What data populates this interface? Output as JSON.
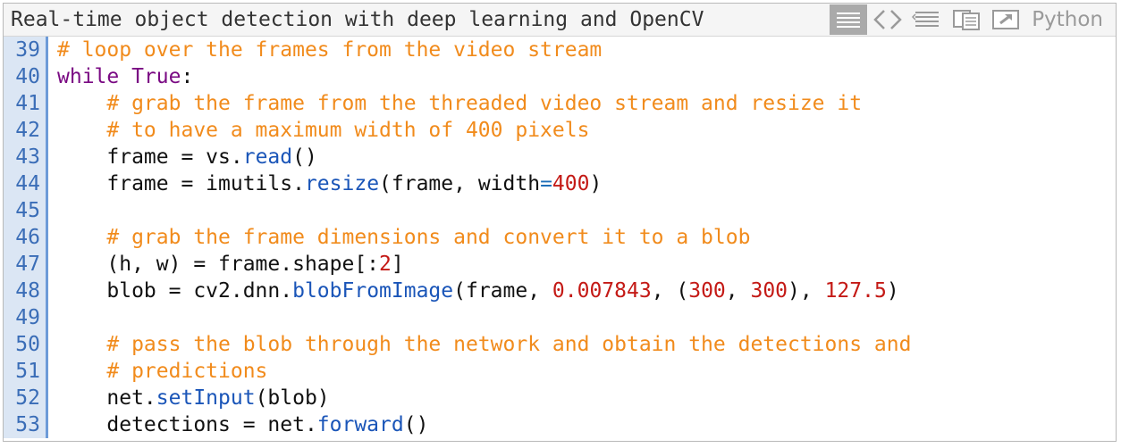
{
  "window": {
    "title": "Real-time object detection with deep learning and OpenCV",
    "language": "Python"
  },
  "toolbar": {
    "icons": [
      "view-source-icon",
      "code-brackets-icon",
      "wrap-lines-icon",
      "copy-icon",
      "open-window-icon"
    ],
    "active": "view-source-icon"
  },
  "colors": {
    "comment": "#f18b1c",
    "keyword": "#7a0a83",
    "function": "#1a55b8",
    "number": "#c41a16",
    "gutter_bg": "#dbe6f4",
    "gutter_text": "#3a6db7"
  },
  "code": {
    "lines": [
      {
        "num": "39",
        "tokens": [
          {
            "t": "# loop over the frames from the video stream",
            "c": "c"
          }
        ]
      },
      {
        "num": "40",
        "tokens": [
          {
            "t": "while",
            "c": "k"
          },
          {
            "t": " "
          },
          {
            "t": "True",
            "c": "k"
          },
          {
            "t": ":"
          }
        ]
      },
      {
        "num": "41",
        "tokens": [
          {
            "t": "    "
          },
          {
            "t": "# grab the frame from the threaded video stream and resize it",
            "c": "c"
          }
        ]
      },
      {
        "num": "42",
        "tokens": [
          {
            "t": "    "
          },
          {
            "t": "# to have a maximum width of 400 pixels",
            "c": "c"
          }
        ]
      },
      {
        "num": "43",
        "tokens": [
          {
            "t": "    frame = vs."
          },
          {
            "t": "read",
            "c": "f"
          },
          {
            "t": "()"
          }
        ]
      },
      {
        "num": "44",
        "tokens": [
          {
            "t": "    frame = imutils."
          },
          {
            "t": "resize",
            "c": "f"
          },
          {
            "t": "(frame, width"
          },
          {
            "t": "=",
            "c": "o"
          },
          {
            "t": "400",
            "c": "n"
          },
          {
            "t": ")"
          }
        ]
      },
      {
        "num": "45",
        "tokens": []
      },
      {
        "num": "46",
        "tokens": [
          {
            "t": "    "
          },
          {
            "t": "# grab the frame dimensions and convert it to a blob",
            "c": "c"
          }
        ]
      },
      {
        "num": "47",
        "tokens": [
          {
            "t": "    (h, w) = frame.shape[:"
          },
          {
            "t": "2",
            "c": "n"
          },
          {
            "t": "]"
          }
        ]
      },
      {
        "num": "48",
        "tokens": [
          {
            "t": "    blob = cv2.dnn."
          },
          {
            "t": "blobFromImage",
            "c": "f"
          },
          {
            "t": "(frame, "
          },
          {
            "t": "0.007843",
            "c": "n"
          },
          {
            "t": ", ("
          },
          {
            "t": "300",
            "c": "n"
          },
          {
            "t": ", "
          },
          {
            "t": "300",
            "c": "n"
          },
          {
            "t": "), "
          },
          {
            "t": "127.5",
            "c": "n"
          },
          {
            "t": ")"
          }
        ]
      },
      {
        "num": "49",
        "tokens": []
      },
      {
        "num": "50",
        "tokens": [
          {
            "t": "    "
          },
          {
            "t": "# pass the blob through the network and obtain the detections and",
            "c": "c"
          }
        ]
      },
      {
        "num": "51",
        "tokens": [
          {
            "t": "    "
          },
          {
            "t": "# predictions",
            "c": "c"
          }
        ]
      },
      {
        "num": "52",
        "tokens": [
          {
            "t": "    net."
          },
          {
            "t": "setInput",
            "c": "f"
          },
          {
            "t": "(blob)"
          }
        ]
      },
      {
        "num": "53",
        "tokens": [
          {
            "t": "    detections = net."
          },
          {
            "t": "forward",
            "c": "f"
          },
          {
            "t": "()"
          }
        ]
      }
    ]
  }
}
